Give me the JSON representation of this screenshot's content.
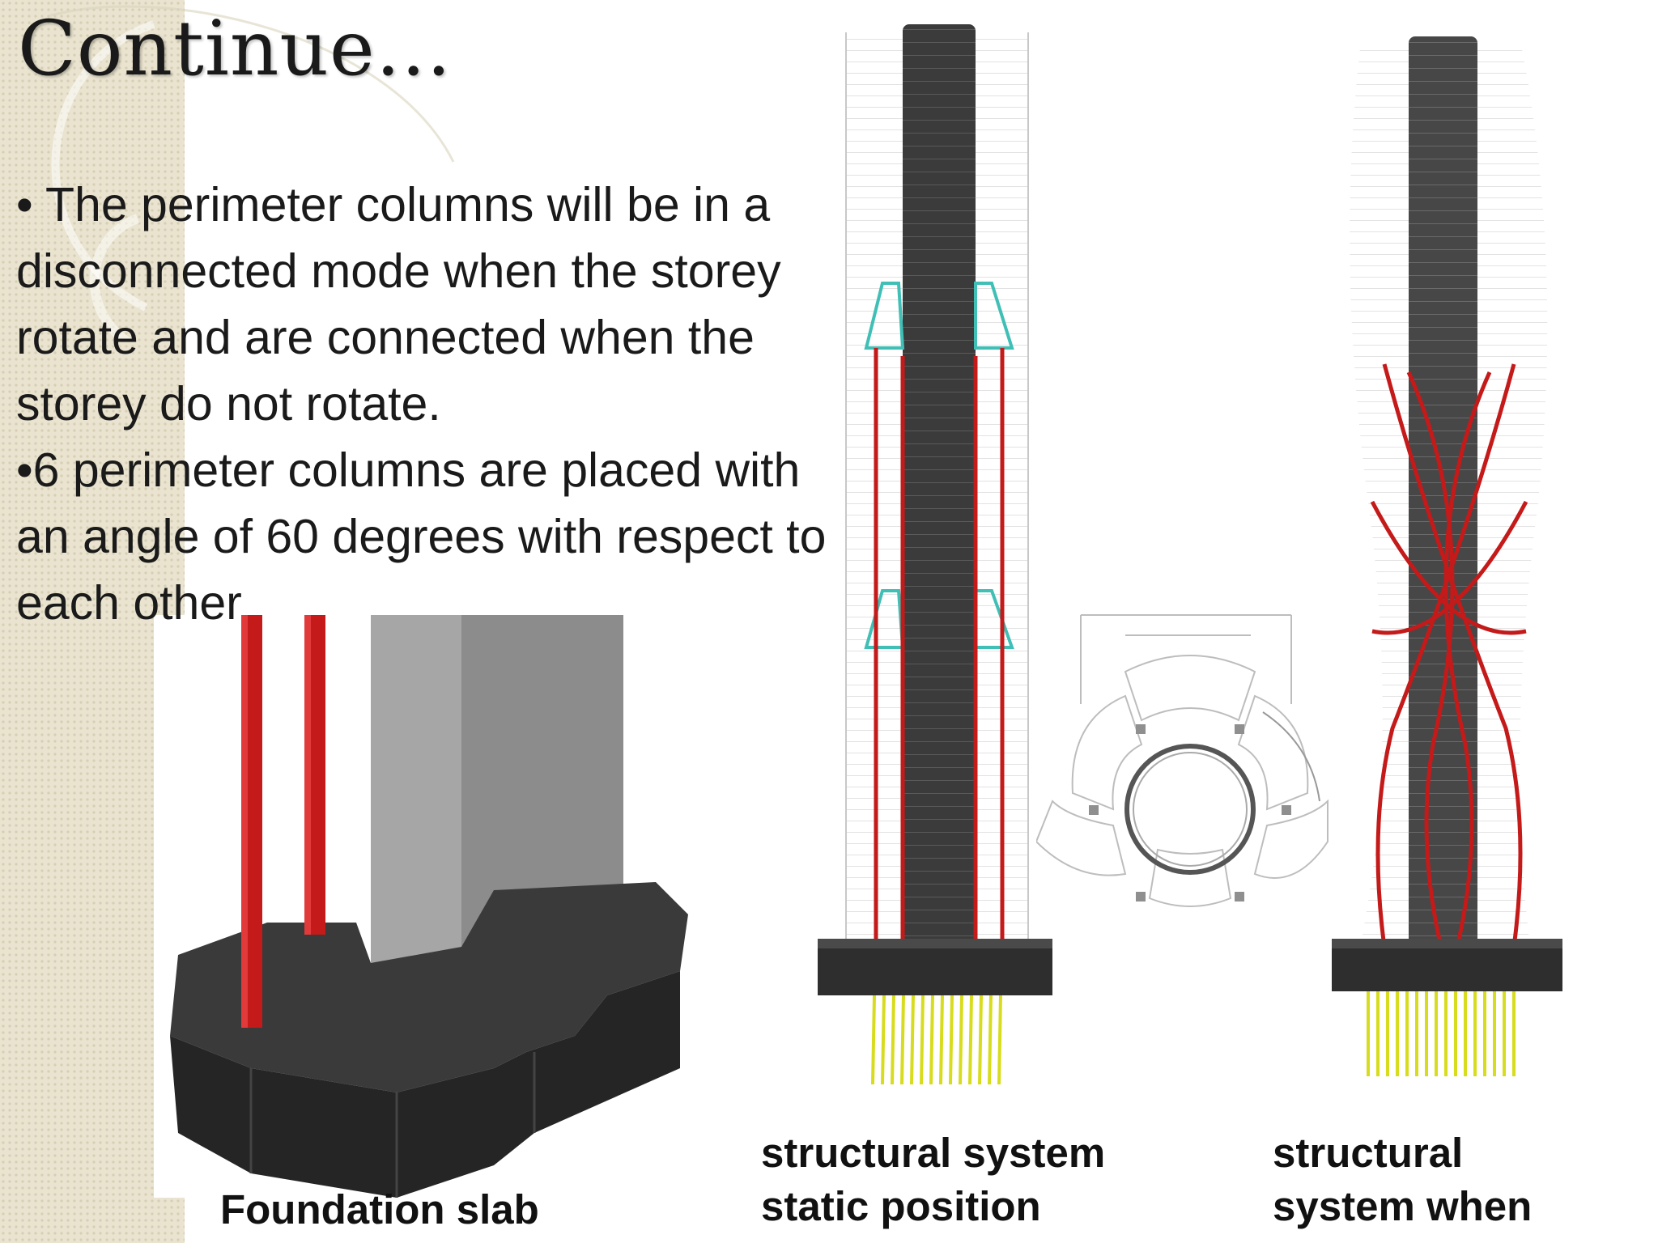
{
  "slide": {
    "title": "Continue…",
    "bullets": [
      "• The perimeter columns will be in a disconnected mode when the storey rotate and are connected when the storey do not rotate.",
      "•6 perimeter columns are placed with an angle of 60 degrees with respect to each other"
    ]
  },
  "figures": {
    "foundation": {
      "caption": "Foundation slab"
    },
    "static": {
      "caption_lines": [
        "structural system",
        "static position"
      ]
    },
    "rotating": {
      "caption_lines": [
        "structural",
        "system when"
      ]
    }
  },
  "colors": {
    "background": "#ffffff",
    "side_pattern": "#e9e3cf",
    "core": "#3a3a3a",
    "column_red": "#c41a1a",
    "brace_teal": "#3fbfb5",
    "piles_yellow": "#d8dc1e",
    "slab": "#2e2e2e"
  }
}
